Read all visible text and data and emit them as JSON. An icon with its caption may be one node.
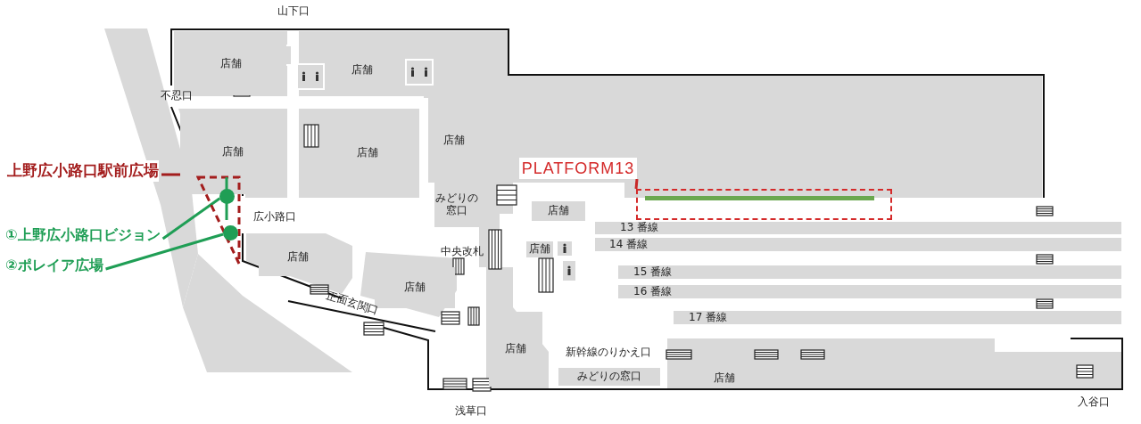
{
  "diagram": {
    "nodes": [
      {
        "text": [
          "店舗"
        ]
      },
      {
        "text": [
          "店舗"
        ]
      },
      {
        "text": [
          "店舗"
        ]
      },
      {
        "text": [
          "店舗"
        ]
      },
      {
        "text": [
          "店舗"
        ]
      },
      {
        "text": [
          "みどりの窓口"
        ]
      },
      {
        "text": [
          "店舗"
        ]
      },
      {
        "text": [
          "店舗"
        ]
      },
      {
        "text": [
          "店舗"
        ]
      },
      {
        "text": [
          "店舗"
        ]
      },
      {
        "text": [
          "店舗"
        ]
      },
      {
        "text": [
          "みどりの窓口"
        ]
      },
      {
        "text": [
          "店舗"
        ]
      },
      {
        "text": [
          "13 番線"
        ]
      },
      {
        "text": [
          "14 番線"
        ]
      },
      {
        "text": [
          "15 番線"
        ]
      },
      {
        "text": [
          "16 番線"
        ]
      },
      {
        "text": [
          "17 番線"
        ]
      },
      {
        "text": [
          "上野広小路口駅前広場"
        ]
      },
      {
        "text": [],
        "shape": "triangle"
      },
      {
        "text": [
          "①上野広小路口ビジョン"
        ]
      },
      {
        "text": [],
        "shape": "circle",
        "in": 19
      },
      {
        "text": [
          "②ポレイア広場"
        ]
      },
      {
        "text": [],
        "shape": "circle",
        "in": 19
      },
      {
        "text": [
          "PLATFORM13"
        ]
      },
      {
        "text": [],
        "shape": "box"
      }
    ],
    "edges": [
      {
        "from": 18,
        "to": 19,
        "arrow": "none",
        "color": "#a31d1d"
      },
      {
        "from": 20,
        "to": 21,
        "arrow": "none",
        "color": "#1f9e55"
      },
      {
        "from": 22,
        "to": 23,
        "arrow": "none",
        "color": "#1f9e55"
      },
      {
        "from": 24,
        "to": 25,
        "arrow": "none",
        "color": "#c82828"
      }
    ],
    "labels": [
      "山下口",
      "不忍口",
      "広小路口",
      "中央改札",
      "正面玄関口",
      "新幹線のりかえ口",
      "浅草口",
      "入谷口"
    ]
  }
}
